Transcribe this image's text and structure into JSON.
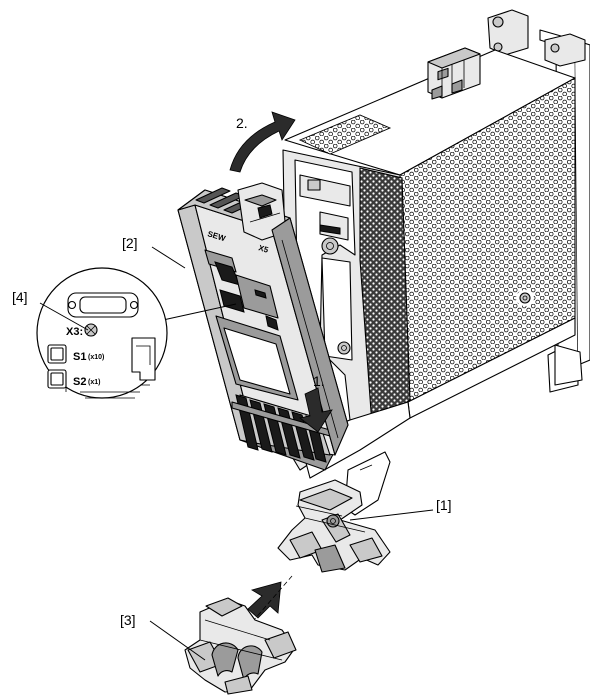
{
  "diagram": {
    "step_labels": {
      "step1": "1.",
      "step2": "2."
    },
    "callouts": {
      "c1": "[1]",
      "c2": "[2]",
      "c3": "[3]",
      "c4": "[4]"
    },
    "detail_labels": {
      "x3": "X3:",
      "s1": "S1",
      "s1_suffix": "(x10)",
      "s2": "S2",
      "s2_suffix": "(x1)"
    },
    "module_marks": {
      "sew": "SEW",
      "x5": "X5"
    }
  }
}
